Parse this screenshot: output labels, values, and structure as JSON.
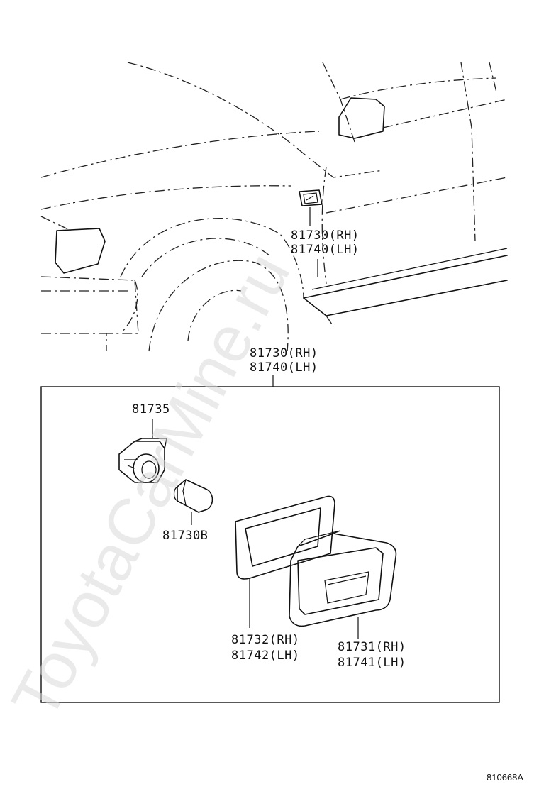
{
  "watermark": "ToyotaCarMine.ru",
  "figure_code": "810668A",
  "callouts": {
    "top_rh": "81730(RH)",
    "top_lh": "81740(LH)",
    "box_rh": "81730(RH)",
    "box_lh": "81740(LH)",
    "socket": "81735",
    "bulb": "81730B",
    "gasket_rh": "81732(RH)",
    "gasket_lh": "81742(LH)",
    "lens_rh": "81731(RH)",
    "lens_lh": "81741(LH)"
  }
}
